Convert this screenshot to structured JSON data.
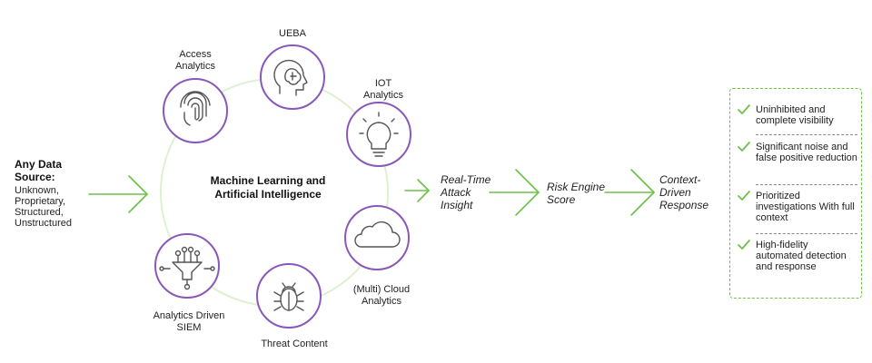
{
  "source": {
    "title": "Any Data Source:",
    "body": "Unknown, Proprietary, Structured, Unstructured"
  },
  "core": {
    "label": "Machine Learning and Artificial Intelligence"
  },
  "nodes": {
    "access": "Access Analytics",
    "ueba": "UEBA",
    "iot": "IOT Analytics",
    "cloud": "(Multi) Cloud Analytics",
    "threat": "Threat Content",
    "siem": "Analytics Driven SIEM"
  },
  "flow": {
    "insight": "Real-Time Attack Insight",
    "score": "Risk Engine Score",
    "response": "Context-Driven Response"
  },
  "benefits": [
    "Uninhibited and complete visibility",
    "Significant noise and false positive reduction",
    "Prioritized investigations With full context",
    "High-fidelity automated detection and response"
  ],
  "colors": {
    "accent_green": "#6cc24a",
    "ring_green": "#dff0d2",
    "node_purple": "#8a58b8",
    "icon_gray": "#555555"
  }
}
